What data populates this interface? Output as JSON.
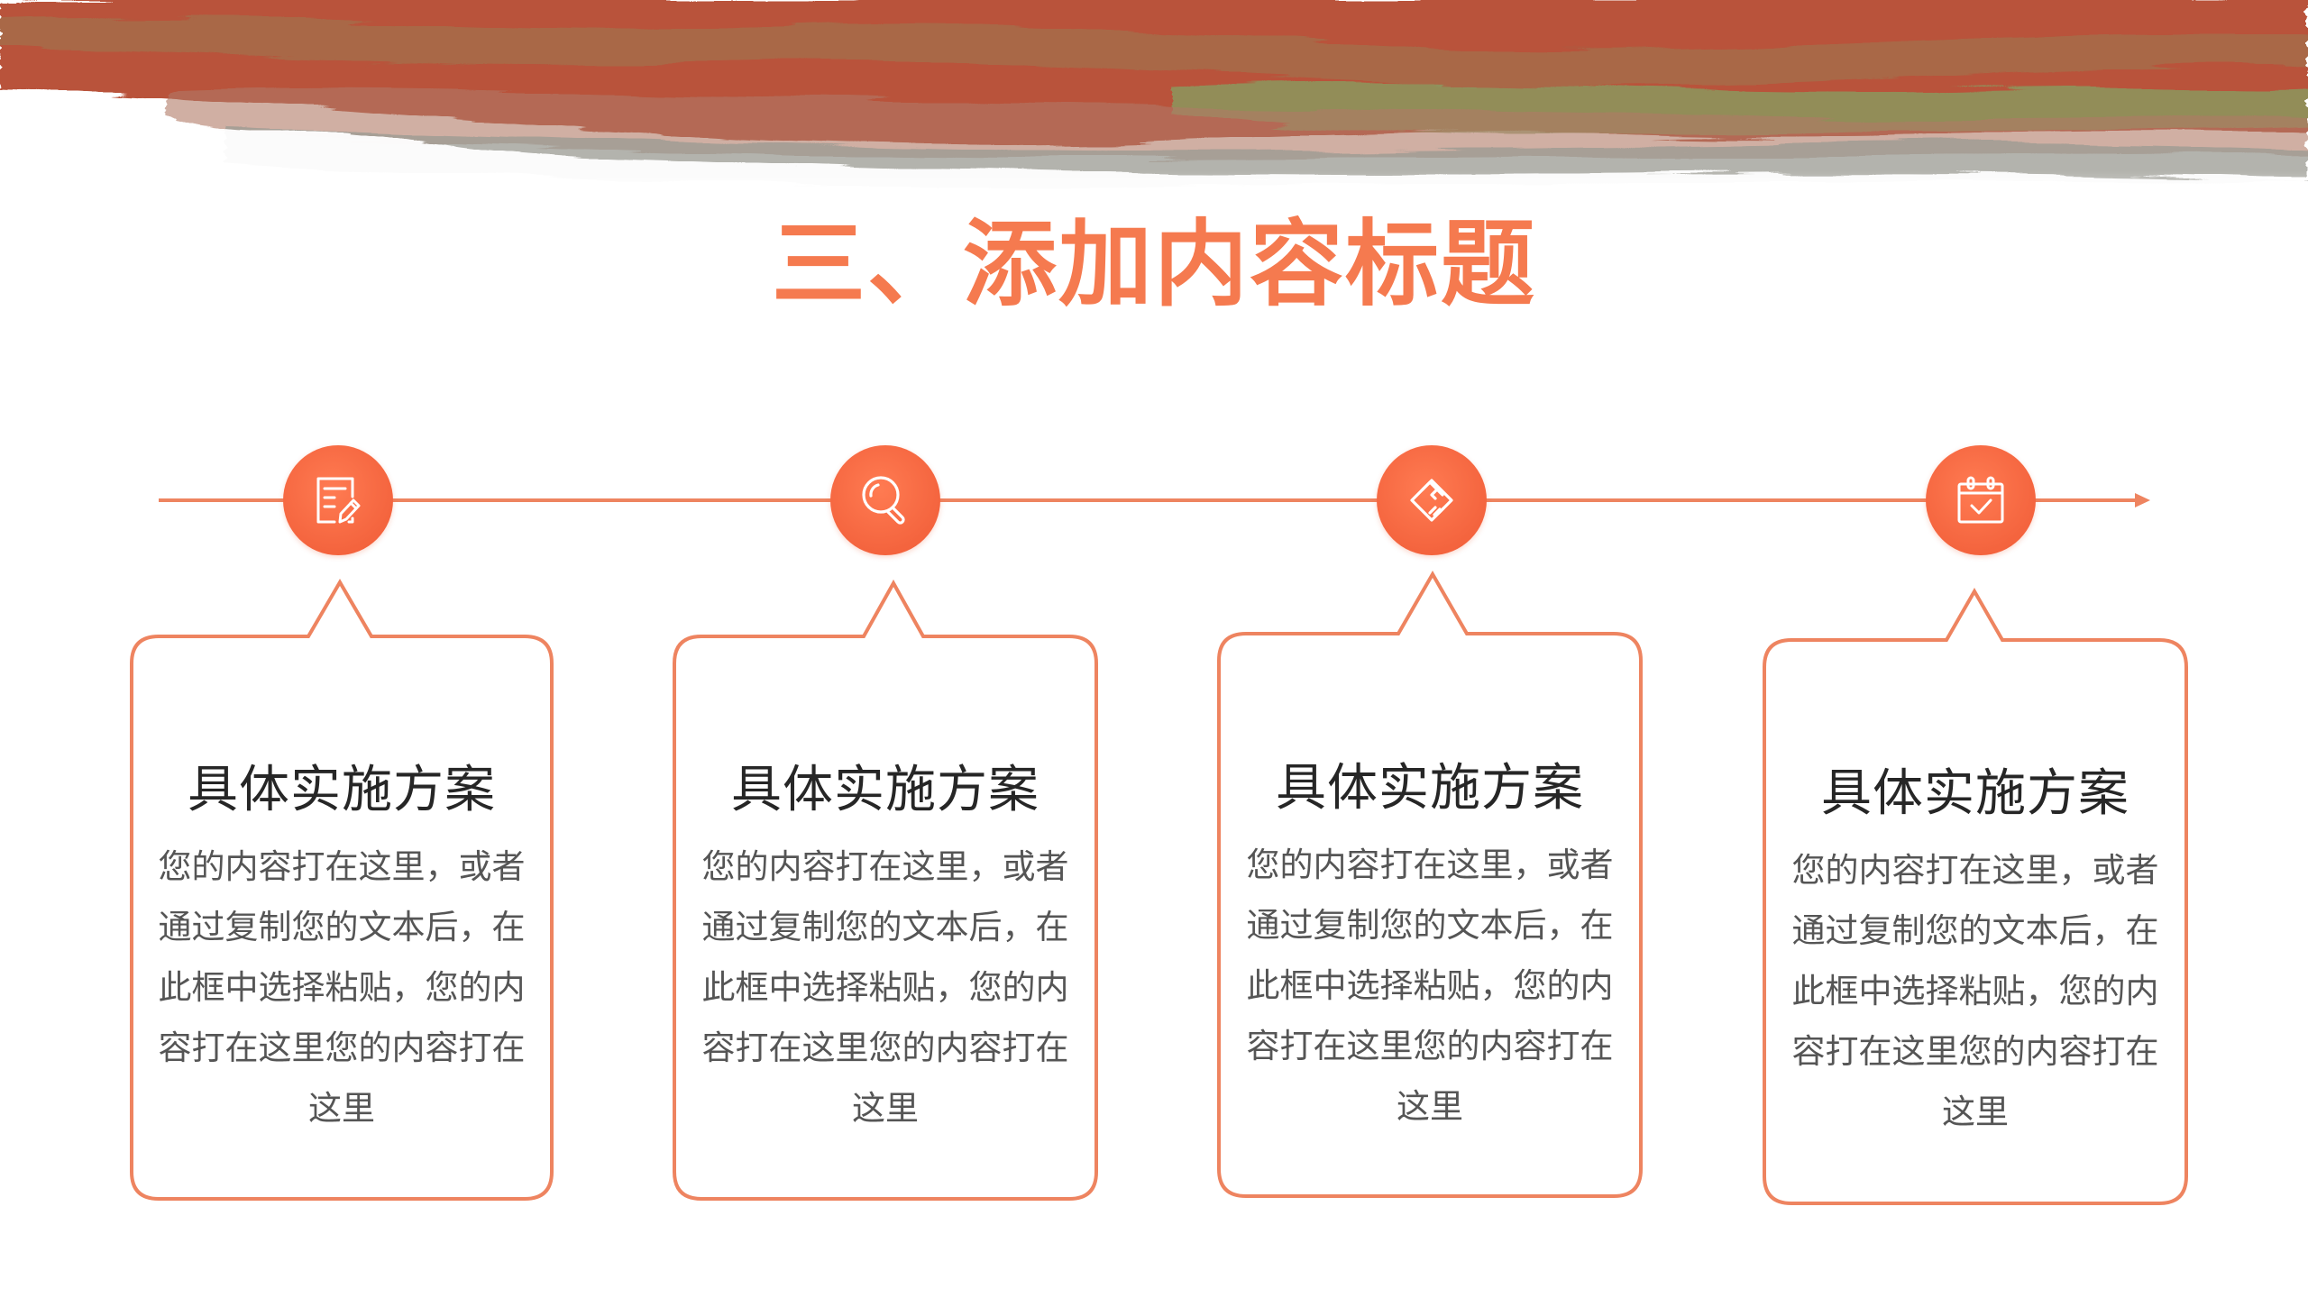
{
  "slide": {
    "title": "三、添加内容标题",
    "colors": {
      "accent": "#f57a4f",
      "line": "#ee8460",
      "heading_text": "#262626",
      "body_text": "#555555",
      "banner_red": "#b8452a",
      "banner_green": "#8a9a5c"
    }
  },
  "timeline": {
    "steps": [
      {
        "icon": "document-edit-icon",
        "heading": "具体实施方案",
        "body": "您的内容打在这里，或者通过复制您的文本后，在此框中选择粘贴，您的内容打在这里您的内容打在这里"
      },
      {
        "icon": "magnifier-icon",
        "heading": "具体实施方案",
        "body": "您的内容打在这里，或者通过复制您的文本后，在此框中选择粘贴，您的内容打在这里您的内容打在这里"
      },
      {
        "icon": "handshake-icon",
        "heading": "具体实施方案",
        "body": "您的内容打在这里，或者通过复制您的文本后，在此框中选择粘贴，您的内容打在这里您的内容打在这里"
      },
      {
        "icon": "calendar-check-icon",
        "heading": "具体实施方案",
        "body": "您的内容打在这里，或者通过复制您的文本后，在此框中选择粘贴，您的内容打在这里您的内容打在这里"
      }
    ]
  }
}
